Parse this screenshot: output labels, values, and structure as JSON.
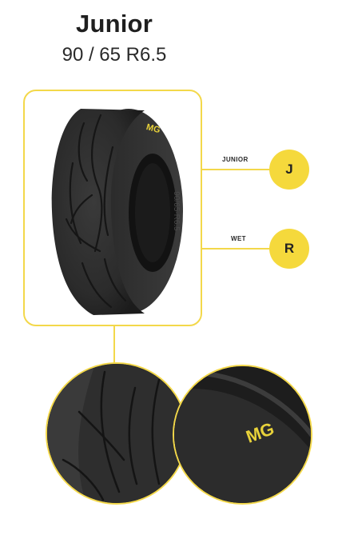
{
  "product": {
    "name": "Junior",
    "size": "90 / 65 R6.5"
  },
  "compounds": [
    {
      "label": "JUNIOR",
      "letter": "J"
    },
    {
      "label": "WET",
      "letter": "R"
    }
  ],
  "tire": {
    "sidewall_text": "90/65-R6.5",
    "logo_text": "MG"
  },
  "colors": {
    "accent": "#f3d84a",
    "badge": "#f5d93c",
    "rubber": "#2b2b2b",
    "text": "#1f1f1f"
  }
}
